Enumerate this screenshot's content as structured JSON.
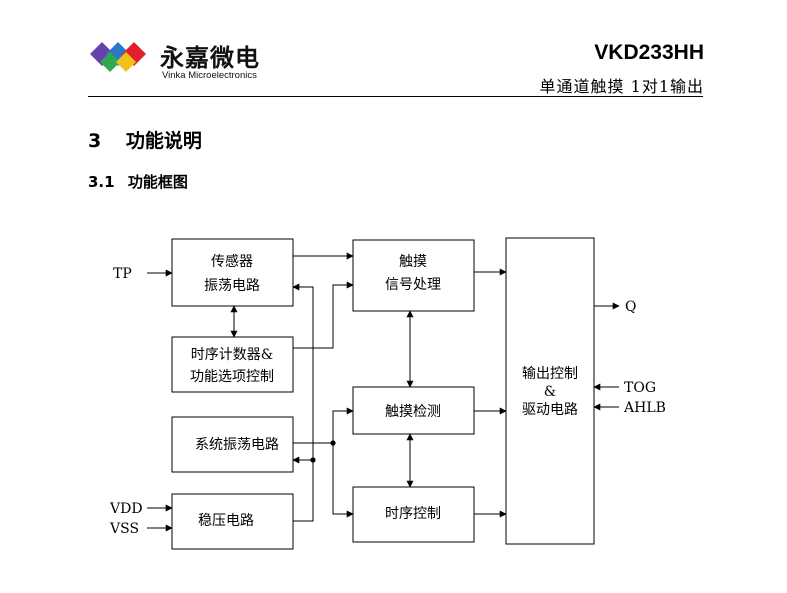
{
  "header": {
    "company_cn": "永嘉微电",
    "company_en": "Vinka Microelectronics",
    "part_number": "VKD233HH",
    "subtitle": "单通道触摸 1对1输出"
  },
  "section": {
    "number": "3",
    "title": "功能说明",
    "sub_number": "3.1",
    "sub_title": "功能框图"
  },
  "diagram": {
    "blocks": {
      "sensor_line1": "传感器",
      "sensor_line2": "振荡电路",
      "timing_counter_line1": "时序计数器&",
      "timing_counter_line2": "功能选项控制",
      "sys_osc": "系统振荡电路",
      "regulator": "稳压电路",
      "touch_signal_line1": "触摸",
      "touch_signal_line2": "信号处理",
      "touch_detect": "触摸检测",
      "timing_control": "时序控制",
      "output_line1": "输出控制",
      "output_line2": "&",
      "output_line3": "驱动电路"
    },
    "pins": {
      "tp": "TP",
      "vdd": "VDD",
      "vss": "VSS",
      "q": "Q",
      "tog": "TOG",
      "ahlb": "AHLB"
    }
  }
}
